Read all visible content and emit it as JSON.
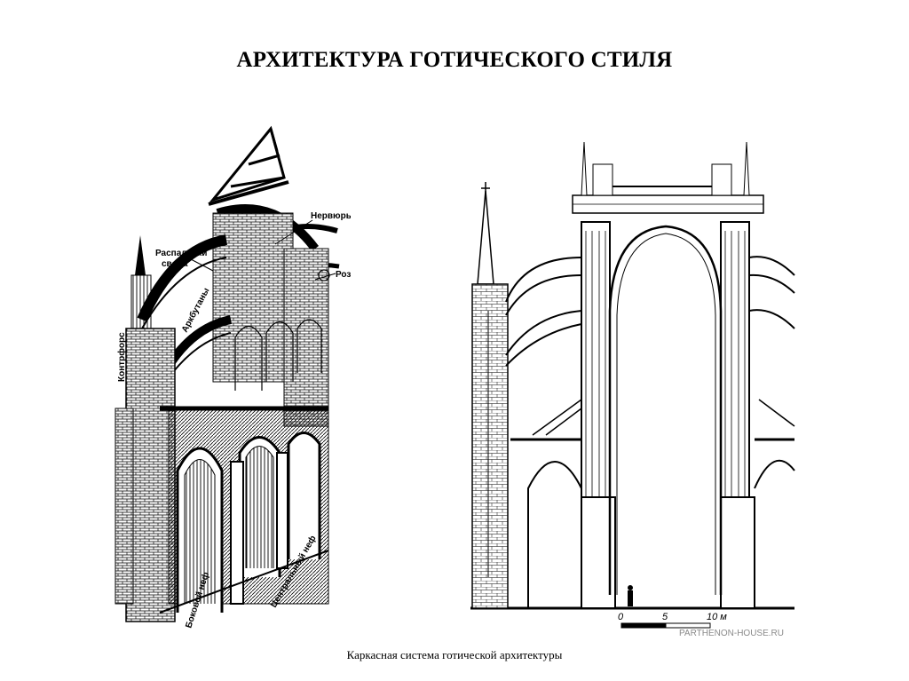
{
  "slide": {
    "title": "АРХИТЕКТУРА ГОТИЧЕСКОГО СТИЛЯ",
    "caption": "Каркасная система готической архитектуры"
  },
  "left_figure": {
    "labels": {
      "nervures": "Нервюры",
      "vault_formwork_line1": "Распалубки",
      "vault_formwork_line2": "свода",
      "rosette": "Розетка",
      "flying_buttresses": "Аркбутаны",
      "buttress": "Контрфорс",
      "side_nave": "Боковой неф",
      "central_nave": "Центральный неф"
    }
  },
  "right_figure": {
    "scale": {
      "zero": "0",
      "five": "5",
      "ten": "10 м"
    },
    "watermark": "PARTHENON-HOUSE.RU"
  }
}
